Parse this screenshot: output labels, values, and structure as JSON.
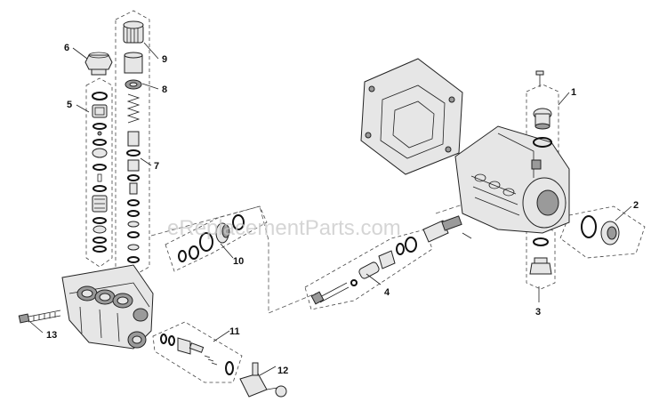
{
  "diagram": {
    "watermark": "eReplacementParts.com",
    "callouts": [
      "1",
      "2",
      "3",
      "4",
      "5",
      "6",
      "7",
      "8",
      "9",
      "10",
      "11",
      "12",
      "13"
    ]
  }
}
